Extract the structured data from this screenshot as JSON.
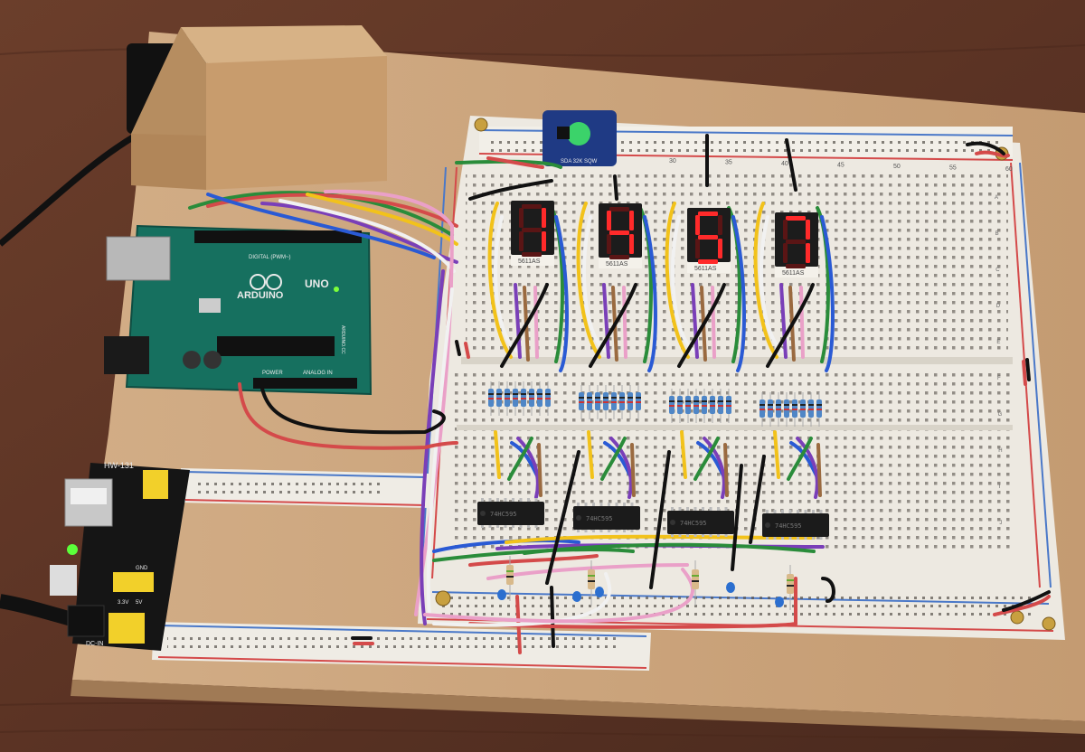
{
  "arduino": {
    "brand": "ARDUINO",
    "model": "UNO",
    "digital_label": "DIGITAL (PWM~)",
    "analog_label": "ANALOG IN",
    "power_label": "POWER",
    "url": "ARDUINO.CC"
  },
  "power_module": {
    "model": "HW-131",
    "model_bottom": "DC-IN",
    "gnd_label": "GND",
    "v5_label": "5V",
    "v33_label": "3.3V"
  },
  "rtc_module": {
    "pins": "SDA  32K  SQW"
  },
  "displays": [
    {
      "digit": "1",
      "part": "5611AS"
    },
    {
      "digit": "4",
      "part": "5611AS"
    },
    {
      "digit": "5",
      "part": "5611AS"
    },
    {
      "digit": "7",
      "part": "5611AS"
    }
  ],
  "digit_segments": {
    "1": [
      "b",
      "c"
    ],
    "4": [
      "b",
      "c",
      "f",
      "g"
    ],
    "5": [
      "a",
      "c",
      "d",
      "f",
      "g"
    ],
    "7": [
      "a",
      "b",
      "c"
    ]
  },
  "chips": [
    {
      "label": "74HC595"
    },
    {
      "label": "74HC595"
    },
    {
      "label": "74HC595"
    },
    {
      "label": "74HC595"
    }
  ],
  "breadboard": {
    "column_numbers": [
      "30",
      "35",
      "40",
      "45",
      "50",
      "55",
      "60"
    ],
    "row_letters": [
      "A",
      "B",
      "C",
      "D",
      "E",
      "F",
      "G",
      "H",
      "I",
      "J"
    ]
  },
  "colors": {
    "wood_desk": "#5a3324",
    "plywood": "#c9a27a",
    "mdf": "#c59a6b",
    "breadboard": "#ece8e0",
    "rail_red": "#d44a4a",
    "rail_blue": "#4a78c8",
    "arduino_green": "#16705f",
    "power_black": "#151515",
    "segment_on": "#ff2a2a",
    "segment_off": "#5a1515",
    "chip": "#1b1b1b"
  }
}
